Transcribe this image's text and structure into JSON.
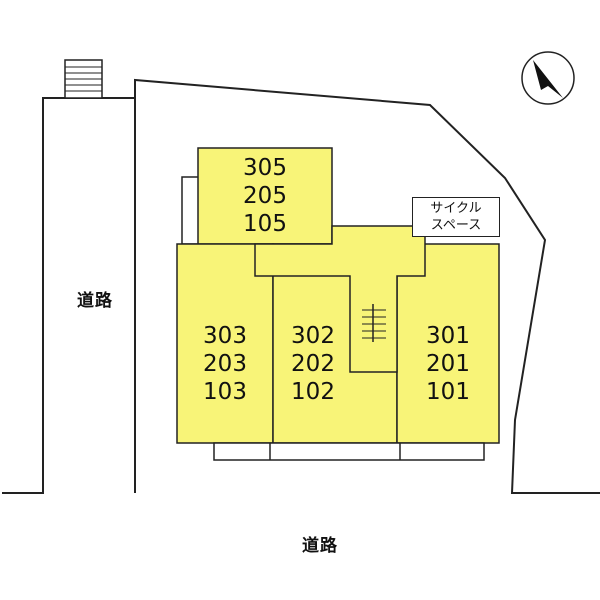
{
  "roads": {
    "west_label": "道路",
    "south_label": "道路"
  },
  "units": {
    "block_305": [
      "305",
      "205",
      "105"
    ],
    "block_303": [
      "303",
      "203",
      "103"
    ],
    "block_302": [
      "302",
      "202",
      "102"
    ],
    "block_301": [
      "301",
      "201",
      "101"
    ]
  },
  "cycle_space": {
    "line1": "サイクル",
    "line2": "スペース"
  },
  "icons": {
    "compass": "north-arrow-icon",
    "stairs": "stairs-icon"
  },
  "colors": {
    "building_fill": "#f8f478",
    "line": "#222222",
    "background": "#ffffff"
  }
}
